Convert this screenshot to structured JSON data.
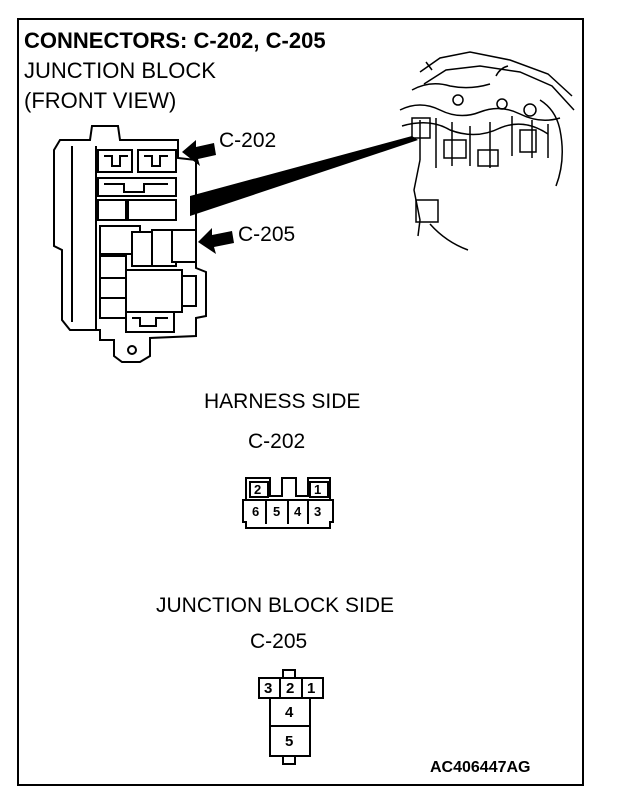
{
  "header": {
    "title": "CONNECTORS: C-202, C-205",
    "subtitle_line1": "JUNCTION BLOCK",
    "subtitle_line2": "(FRONT VIEW)"
  },
  "callouts": {
    "c202": "C-202",
    "c205": "C-205"
  },
  "harness_section": {
    "heading": "HARNESS SIDE",
    "connector": "C-202",
    "pins_top": [
      "2",
      "1"
    ],
    "pins_bottom": [
      "6",
      "5",
      "4",
      "3"
    ]
  },
  "junction_section": {
    "heading": "JUNCTION BLOCK SIDE",
    "connector": "C-205",
    "pins_top": [
      "3",
      "2",
      "1"
    ],
    "pins_middle": "4",
    "pins_bottom": "5"
  },
  "figure_code": "AC406447AG"
}
